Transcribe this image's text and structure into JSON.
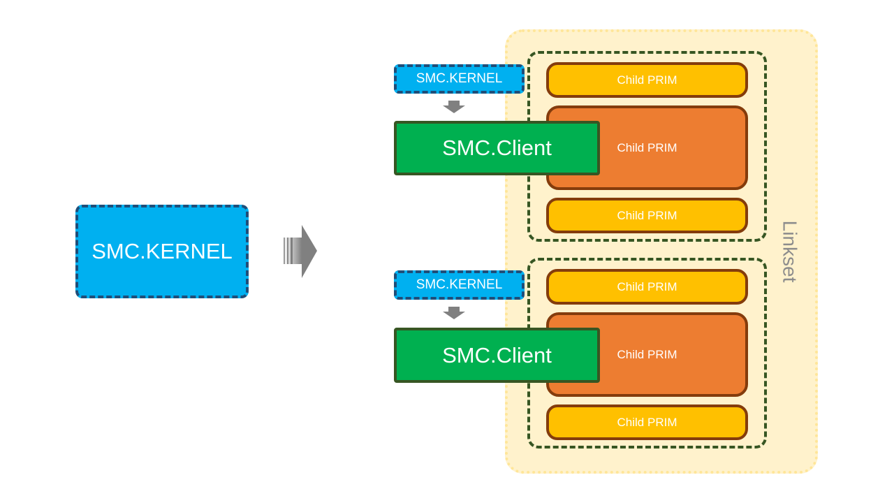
{
  "left": {
    "kernel_label": "SMC.KERNEL"
  },
  "linkset": {
    "label": "Linkset"
  },
  "groups": [
    {
      "kernel_label": "SMC.KERNEL",
      "client_label": "SMC.Client",
      "prims": [
        "Child PRIM",
        "Child PRIM",
        "Child PRIM"
      ]
    },
    {
      "kernel_label": "SMC.KERNEL",
      "client_label": "SMC.Client",
      "prims": [
        "Child PRIM",
        "Child PRIM",
        "Child PRIM"
      ]
    }
  ],
  "colors": {
    "kernel": "#00b0f0",
    "kernel_border": "#1f4e79",
    "client": "#00b050",
    "client_border": "#375623",
    "prim_yellow": "#ffc000",
    "prim_orange": "#ed7d31",
    "prim_border": "#843c0c",
    "linkset_fill": "#fff2cc",
    "arrow": "#808080"
  }
}
